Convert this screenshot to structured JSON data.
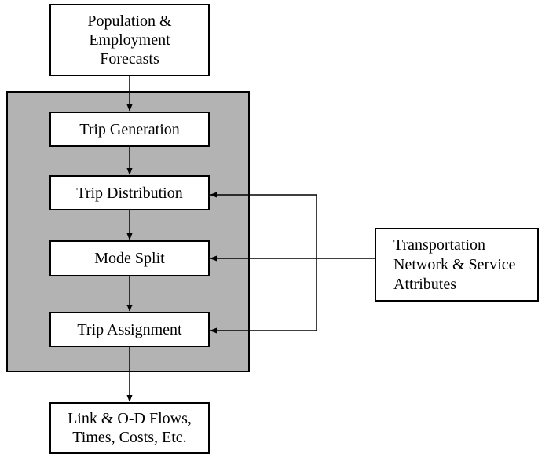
{
  "colors": {
    "panel_fill": "#b3b3b3",
    "box_fill": "#ffffff",
    "line": "#000000"
  },
  "boxes": {
    "population": [
      "Population &",
      "Employment",
      "Forecasts"
    ],
    "trip_generation": "Trip Generation",
    "trip_distribution": "Trip Distribution",
    "mode_split": "Mode Split",
    "trip_assignment": "Trip Assignment",
    "output": [
      "Link & O-D Flows,",
      "Times, Costs, Etc."
    ],
    "transportation": [
      "Transportation",
      "Network & Service",
      "Attributes"
    ]
  }
}
